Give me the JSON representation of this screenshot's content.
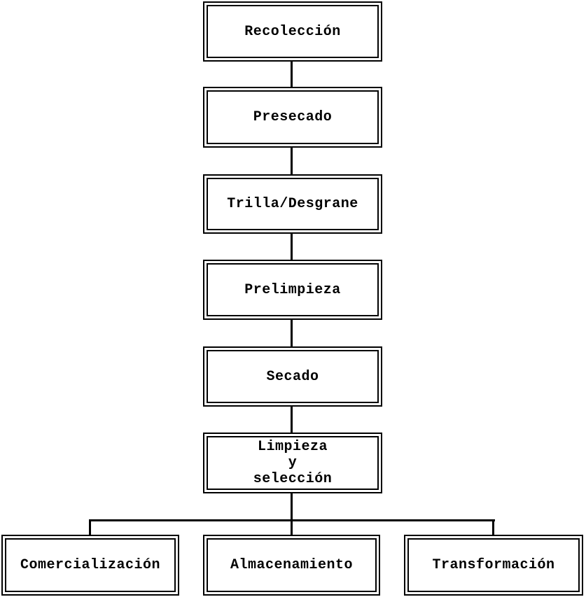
{
  "colors": {
    "ink": "#000000",
    "paper": "#ffffff"
  },
  "flowchart": {
    "sequence": [
      {
        "id": "recoleccion",
        "label": "Recolección"
      },
      {
        "id": "presecado",
        "label": "Presecado"
      },
      {
        "id": "trilla-desgrane",
        "label": "Trilla/Desgrane"
      },
      {
        "id": "prelimpieza",
        "label": "Prelimpieza"
      },
      {
        "id": "secado",
        "label": "Secado"
      },
      {
        "id": "limpieza-seleccion",
        "label": "Limpieza\ny\nselección"
      }
    ],
    "branches": [
      {
        "id": "comercializacion",
        "label": "Comercialización"
      },
      {
        "id": "almacenamiento",
        "label": "Almacenamiento"
      },
      {
        "id": "transformacion",
        "label": "Transformación"
      }
    ]
  }
}
